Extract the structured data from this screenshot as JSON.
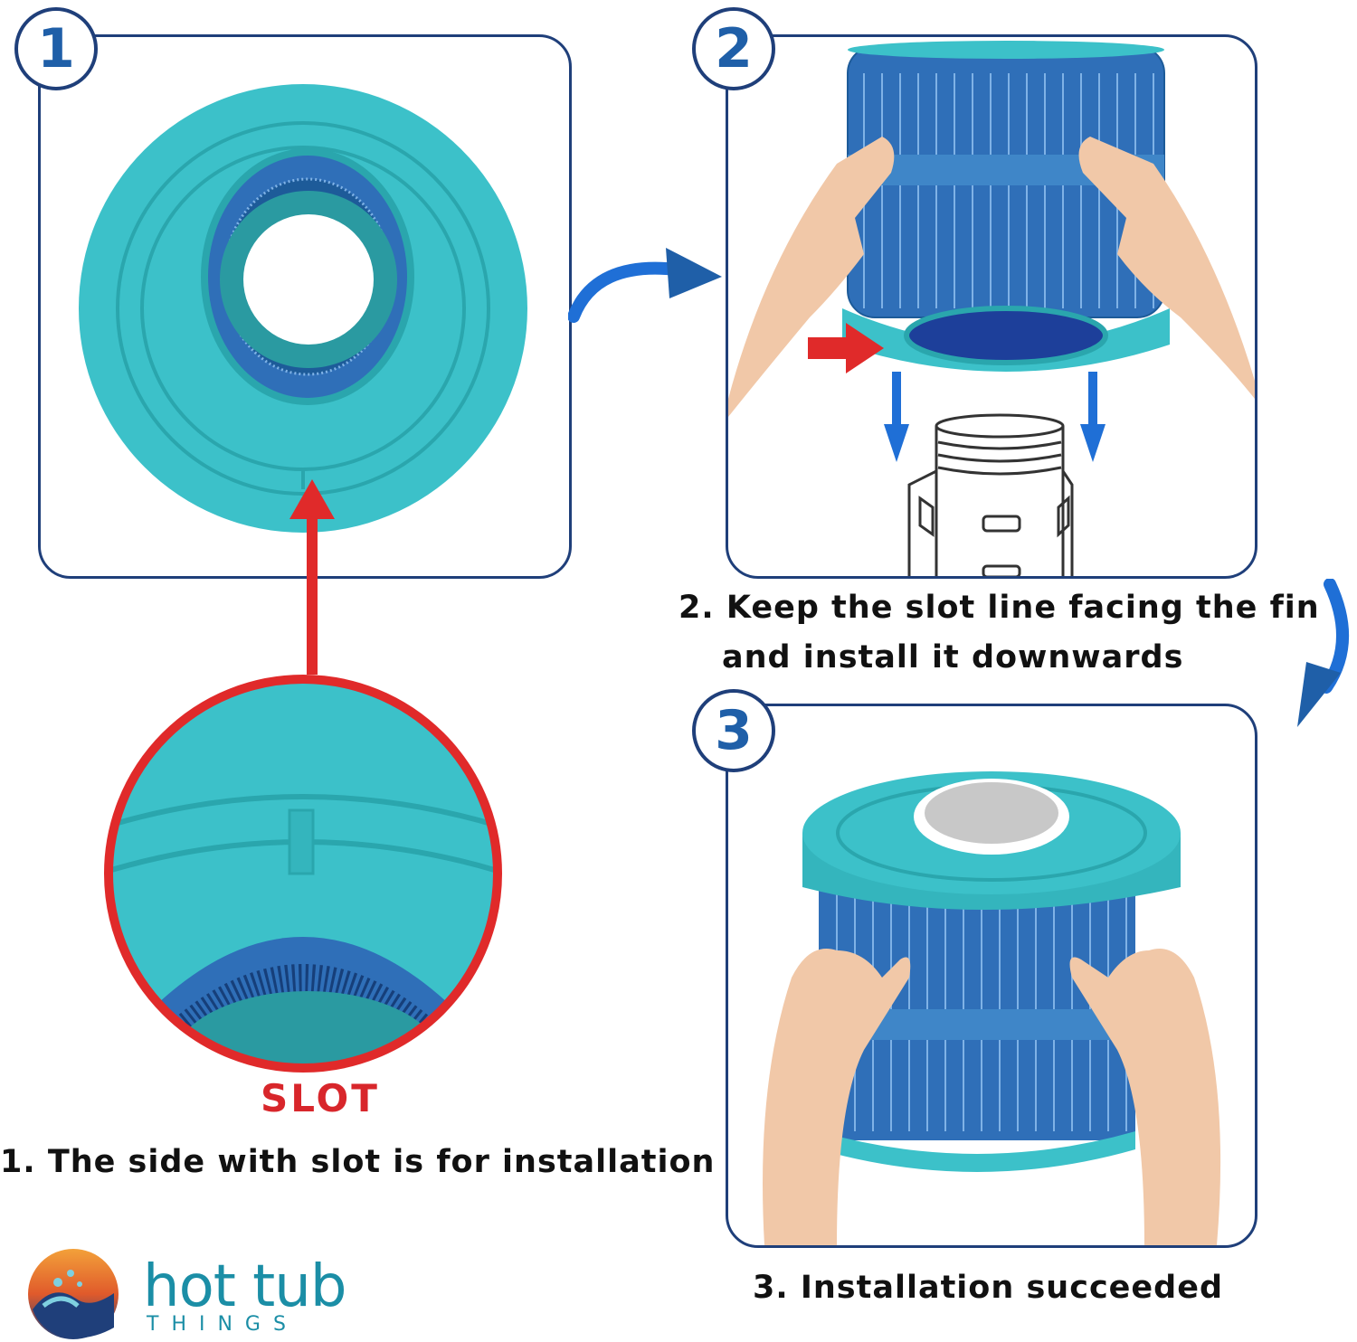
{
  "steps": [
    {
      "number": "1",
      "caption": "1. The side with slot is for installation"
    },
    {
      "number": "2",
      "caption_line1": "2. Keep the slot line facing the fin",
      "caption_line2": "and install it downwards"
    },
    {
      "number": "3",
      "caption": "3. Installation succeeded"
    }
  ],
  "slot_label": "SLOT",
  "logo": {
    "line1": "hot tub",
    "line2": "THINGS"
  },
  "colors": {
    "frame": "#1f3f7a",
    "badge_text": "#1f5fa8",
    "arrow_red": "#e02a2a",
    "arrow_blue": "#1f6fd6",
    "filter_cap": "#3cc1c9",
    "pleats": "#2f6fb8"
  }
}
